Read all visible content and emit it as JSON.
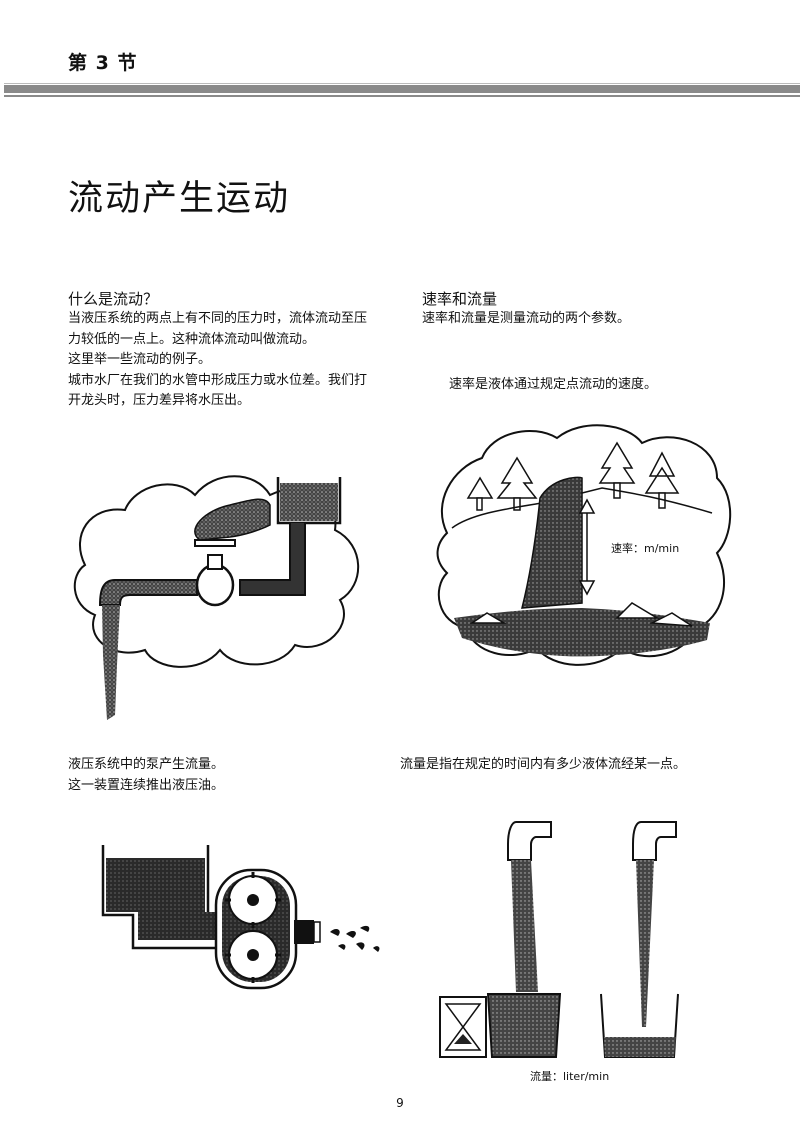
{
  "header": {
    "section_label": "第 3 节"
  },
  "page_title": "流动产生运动",
  "left": {
    "heading": "什么是流动？",
    "paragraphs": [
      "当液压系统的两点上有不同的压力时，流体流动至压",
      "力较低的一点上。这种流体流动叫做流动。",
      "这里举一些流动的例子。",
      "城市水厂在我们的水管中形成压力或水位差。我们打",
      "开龙头时，压力差异将水压出。"
    ],
    "pump_text": [
      "液压系统中的泵产生流量。",
      "这一装置连续推出液压油。"
    ]
  },
  "right": {
    "heading": "速率和流量",
    "intro": "速率和流量是测量流动的两个参数。",
    "speed_def": "速率是液体通过规定点流动的速度。",
    "speed_caption": "速率：m/min",
    "flow_def": "流量是指在规定的时间内有多少液体流经某一点。",
    "flow_caption": "流量：liter/min"
  },
  "footer": {
    "page_number": "9"
  }
}
